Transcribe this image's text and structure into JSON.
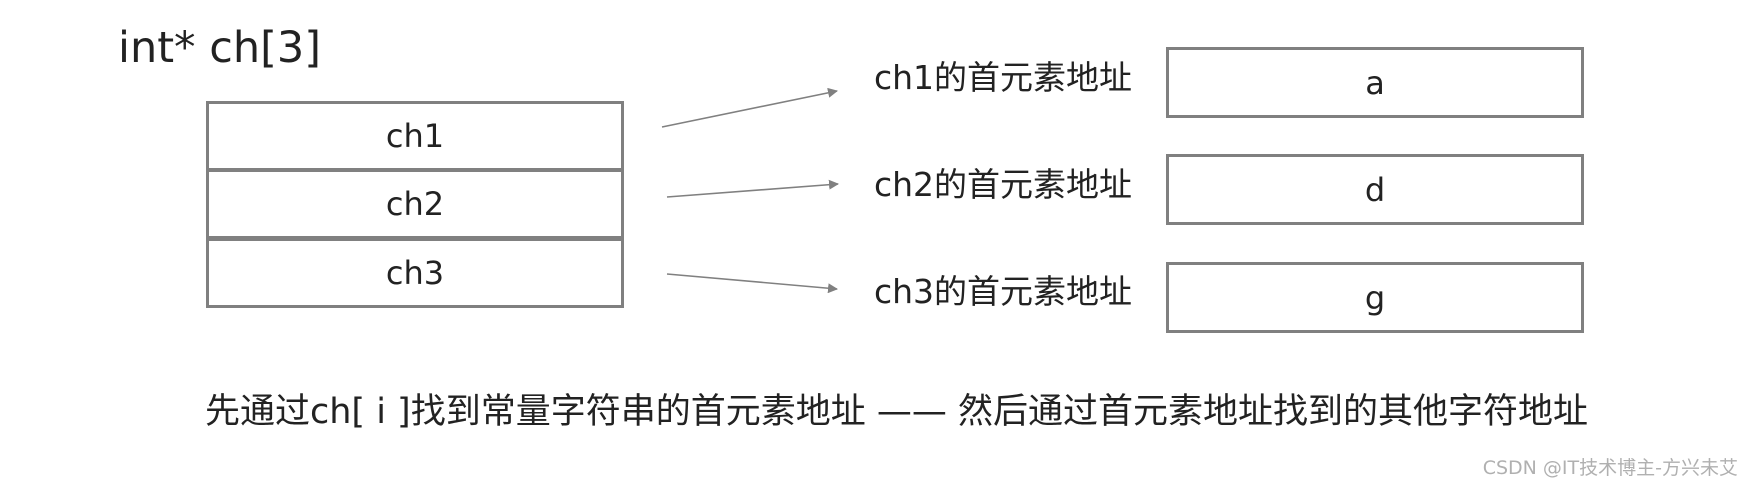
{
  "title": "int* ch[3]",
  "array": [
    {
      "label": "ch1"
    },
    {
      "label": "ch2"
    },
    {
      "label": "ch3"
    }
  ],
  "targets": [
    {
      "label": "ch1的首元素地址",
      "value": "a"
    },
    {
      "label": "ch2的首元素地址",
      "value": "d"
    },
    {
      "label": "ch3的首元素地址",
      "value": "g"
    }
  ],
  "caption": "先通过ch[ i ]找到常量字符串的首元素地址 —— 然后通过首元素地址找到的其他字符地址",
  "watermark": "CSDN @IT技术博主-方兴未艾",
  "colors": {
    "border": "#808080",
    "arrow": "#808080",
    "text": "#222222"
  }
}
